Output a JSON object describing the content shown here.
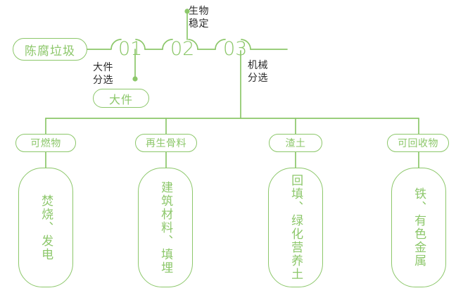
{
  "diagram": {
    "type": "process-flow",
    "accent_color": "#8cc76a",
    "caption_color": "#2b2b2b",
    "background": "#ffffff"
  },
  "root": {
    "label": "陈腐垃圾"
  },
  "stages": [
    {
      "number": "01",
      "caption": "大件\n分选",
      "caption_line1": "大件",
      "caption_line2": "分选"
    },
    {
      "number": "02",
      "caption": "生物\n稳定",
      "caption_line1": "生物",
      "caption_line2": "稳定"
    },
    {
      "number": "03",
      "caption": "机械\n分选",
      "caption_line1": "机械",
      "caption_line2": "分选"
    }
  ],
  "side_output": {
    "label": "大件"
  },
  "outputs": [
    {
      "category": "可燃物",
      "destination": "焚烧、发电"
    },
    {
      "category": "再生骨料",
      "destination": "建筑材料、填埋"
    },
    {
      "category": "渣土",
      "destination": "回填、绿化营养土"
    },
    {
      "category": "可回收物",
      "destination": "铁、有色金属"
    }
  ]
}
